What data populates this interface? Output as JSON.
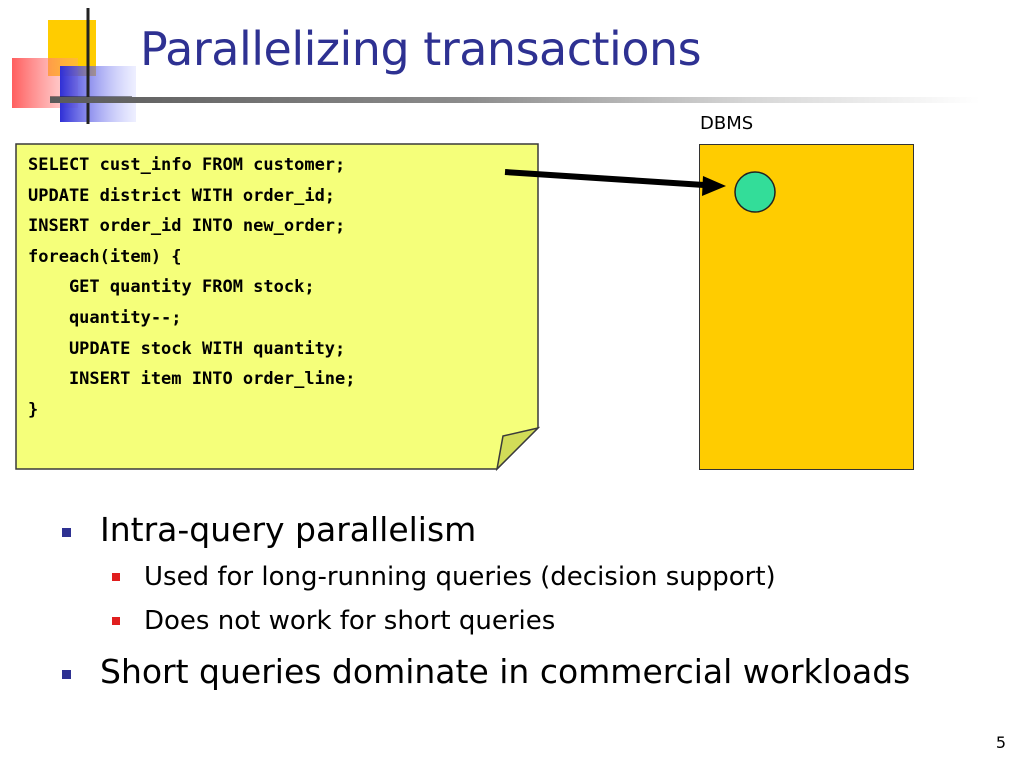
{
  "slide": {
    "title": "Parallelizing transactions",
    "page_number": "5"
  },
  "code": {
    "lines": [
      "SELECT cust_info FROM customer;",
      "UPDATE district WITH order_id;",
      "INSERT order_id INTO new_order;",
      "foreach(item) {",
      "    GET quantity FROM stock;",
      "    quantity--;",
      "    UPDATE stock WITH quantity;",
      "    INSERT item INTO order_line;",
      "}"
    ]
  },
  "dbms": {
    "label": "DBMS"
  },
  "bullets": [
    {
      "text": "Intra-query parallelism",
      "children": [
        "Used for long-running queries (decision support)",
        "Does not work for short queries"
      ]
    },
    {
      "text": "Short queries dominate in commercial workloads",
      "children": []
    }
  ],
  "colors": {
    "title": "#2e3192",
    "note_fill": "#f5ff7a",
    "note_fold": "#d2dc58",
    "dbms_fill": "#ffcc00",
    "circle_fill": "#33dd99",
    "bullet_level1": "#2e3192",
    "bullet_level2": "#e01e1e"
  }
}
